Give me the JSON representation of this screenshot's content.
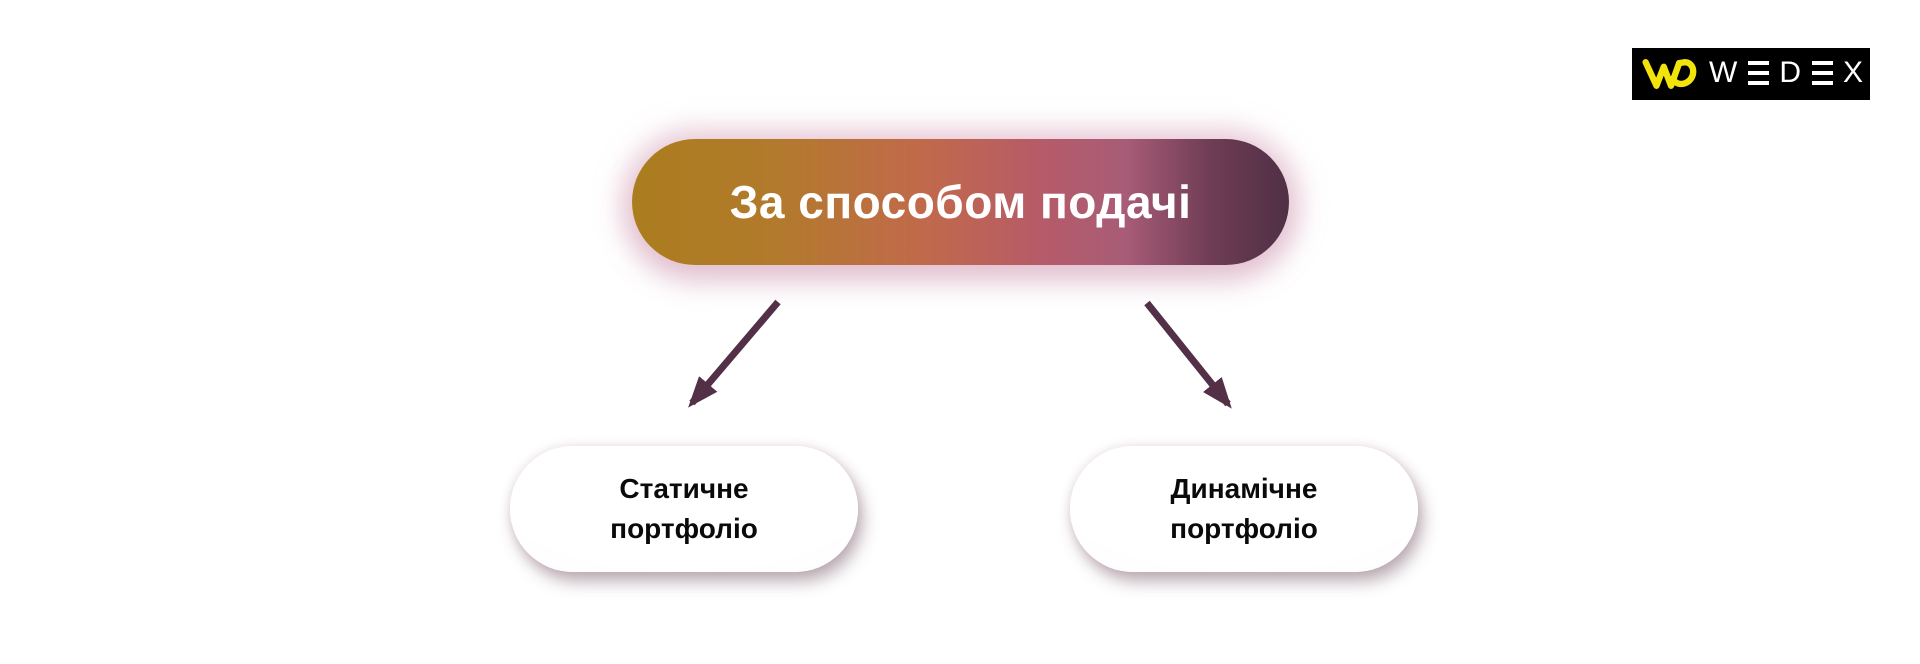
{
  "page": {
    "background_color": "#ffffff"
  },
  "logo": {
    "brand": "WEDEX",
    "monogram": "WD",
    "letter_w": "W",
    "letter_d": "D",
    "letter_x": "X",
    "background_color": "#000000",
    "monogram_color": "#F2E30B",
    "letter_color": "#ffffff"
  },
  "diagram": {
    "root_node": {
      "label": "За способом подачі",
      "text_color": "#ffffff",
      "gradient_colors": [
        "#AB7D1E",
        "#C1694C",
        "#B65B68",
        "#4F2F45"
      ],
      "glow_color": "#DFB2C4"
    },
    "arrow_color": "#533047",
    "child_nodes": [
      {
        "lines": [
          "Статичне",
          "портфоліо"
        ]
      },
      {
        "lines": [
          "Динамічне",
          "портфоліо"
        ]
      }
    ]
  }
}
